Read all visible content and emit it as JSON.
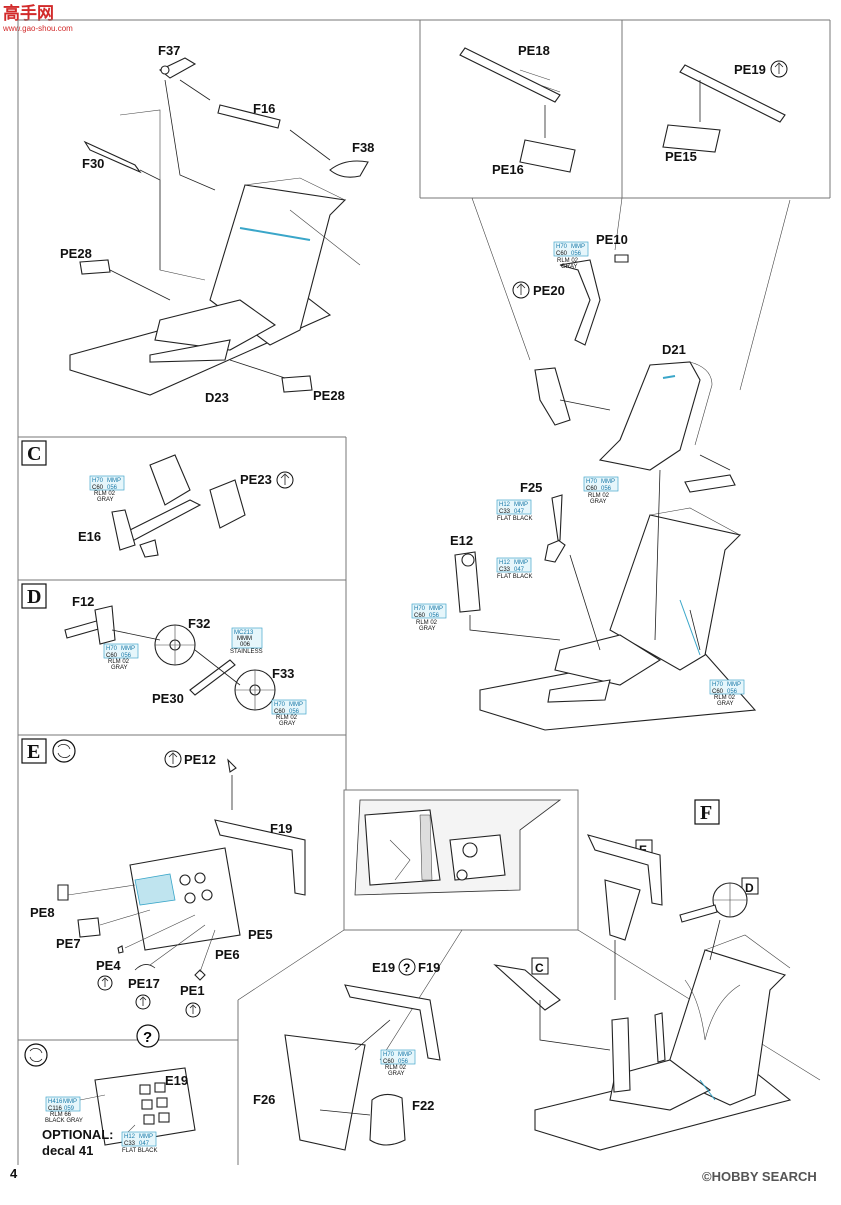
{
  "header": {
    "site_logo_text": "高手网",
    "site_url": "www.gao-shou.com"
  },
  "page_number": "4",
  "footer_watermark": "©HOBBY SEARCH",
  "sections": {
    "C": "C",
    "D": "D",
    "E": "E",
    "F": "F"
  },
  "parts": {
    "F37": "F37",
    "F16": "F16",
    "F38": "F38",
    "F30": "F30",
    "PE28a": "PE28",
    "PE28b": "PE28",
    "D23": "D23",
    "PE18": "PE18",
    "PE16": "PE16",
    "PE19": "PE19",
    "PE15": "PE15",
    "PE10": "PE10",
    "PE20": "PE20",
    "D21": "D21",
    "F25": "F25",
    "E12": "E12",
    "PE23": "PE23",
    "E16": "E16",
    "F12": "F12",
    "F32": "F32",
    "F33": "F33",
    "PE30": "PE30",
    "PE12": "PE12",
    "F19": "F19",
    "PE8": "PE8",
    "PE7": "PE7",
    "PE5": "PE5",
    "PE6": "PE6",
    "PE4": "PE4",
    "PE17": "PE17",
    "PE1": "PE1",
    "E19a": "E19",
    "E19b": "E19",
    "F19b": "F19",
    "F26": "F26",
    "F22": "F22"
  },
  "optional_note": {
    "line1": "OPTIONAL:",
    "line2": "decal 41"
  },
  "question_mark": "?",
  "paints": {
    "rlm02_gray": {
      "h": "H70",
      "mmp": "MMP",
      "c": "C60",
      "code": "056",
      "name1": "RLM 02",
      "name2": "GRAY"
    },
    "flat_black": {
      "h": "H12",
      "mmp": "MMP",
      "c": "C33",
      "code": "047",
      "name1": "FLAT BLACK"
    },
    "stainless": {
      "mc": "MC213",
      "mmm": "MMM",
      "code": "006",
      "name1": "STAINLESS"
    },
    "rlm66": {
      "h": "H416",
      "mmp": "MMP",
      "c": "C116",
      "code": "059",
      "name1": "RLM 66",
      "name2": "BLACK GRAY"
    }
  },
  "colors": {
    "paint_box_fill": "#e6f6fb",
    "paint_box_stroke": "#47a9cc",
    "panel_highlight": "#bfe4ef",
    "logo_red": "#d22a2a"
  },
  "icons": [
    "photo-etch-icon",
    "rotate-icon",
    "question-icon"
  ]
}
